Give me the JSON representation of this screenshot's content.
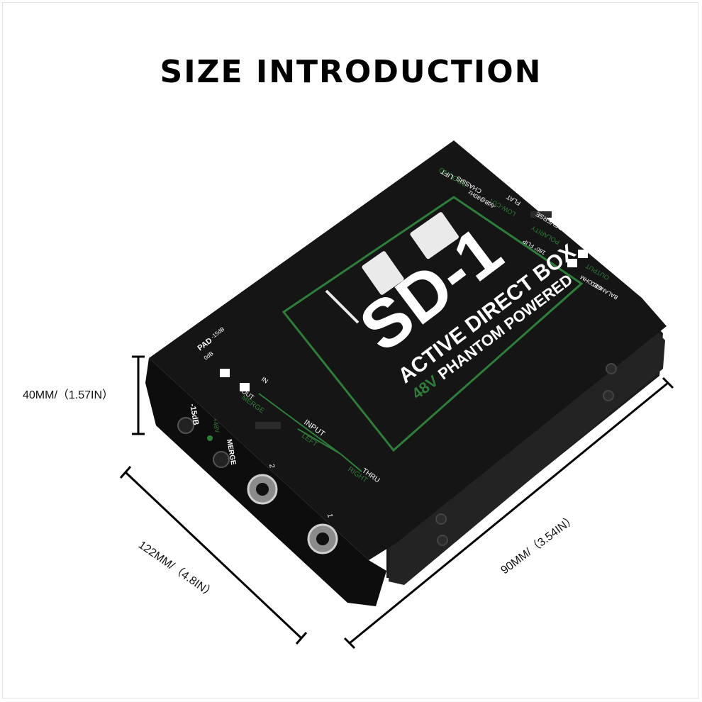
{
  "title": "SIZE INTRODUCTION",
  "dimensions": {
    "height": "40MM/（1.57IN）",
    "length": "122MM/（4.8IN）",
    "width": "90MM/（3.54IN）"
  },
  "device": {
    "model": "SD-1",
    "line1": "ACTIVE DIRECT BOX",
    "line2a": "48V",
    "line2b": "PHANTOM POWERED",
    "pad_label": "PAD",
    "pad_db1": "-15dB",
    "pad_db2": "0dB",
    "merge_label": "MERGE",
    "merge_in": "IN",
    "merge_out": "OUT",
    "input_label": "INPUT",
    "left_label": "LEFT",
    "right_label": "RIGHT",
    "thru_label": "THRU",
    "ground_label": "GROUND",
    "lift_label": "LIFT",
    "chassis_label": "CHASSIS",
    "lowcut_label": "LOW-CUT",
    "lowcut_spec": "-6dB@80Hz",
    "flat_label": "FLAT",
    "polarity_label": "POLARITY",
    "flip_label": "180° FLIP",
    "reverse_label": "REVERSE",
    "output_label": "OUTPUT",
    "ohm_label": "600 OHM",
    "balanced_label": "BALANCED",
    "front_15db": "-15dB",
    "front_48v": "+48V",
    "front_merge": "MERGE",
    "jack1_num": "1",
    "jack2_num": "2"
  },
  "colors": {
    "body": "#141414",
    "accent_green": "#2f7d3a",
    "label_white": "#ffffff"
  }
}
